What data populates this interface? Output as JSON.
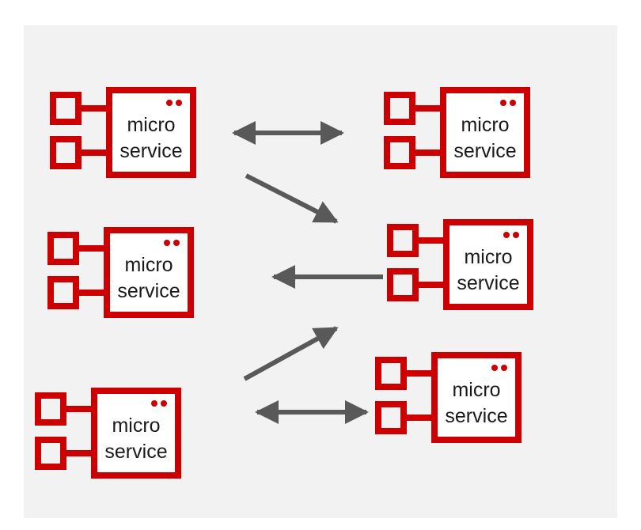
{
  "colors": {
    "background": "#f2f2f2",
    "component": "#cc0000",
    "arrow": "#595959",
    "box_fill": "#ffffff"
  },
  "services": [
    {
      "name": "service-top-left",
      "line1": "micro",
      "line2": "service"
    },
    {
      "name": "service-top-right",
      "line1": "micro",
      "line2": "service"
    },
    {
      "name": "service-middle-left",
      "line1": "micro",
      "line2": "service"
    },
    {
      "name": "service-middle-right",
      "line1": "micro",
      "line2": "service"
    },
    {
      "name": "service-bottom-left",
      "line1": "micro",
      "line2": "service"
    },
    {
      "name": "service-bottom-right",
      "line1": "micro",
      "line2": "service"
    }
  ],
  "connections": [
    {
      "name": "arrow-top-bidirectional",
      "type": "bidirectional"
    },
    {
      "name": "arrow-top-left-to-middle-right",
      "type": "unidirectional"
    },
    {
      "name": "arrow-middle-right-to-middle-left",
      "type": "unidirectional"
    },
    {
      "name": "arrow-bottom-left-to-middle-right",
      "type": "unidirectional"
    },
    {
      "name": "arrow-bottom-bidirectional",
      "type": "bidirectional"
    }
  ]
}
